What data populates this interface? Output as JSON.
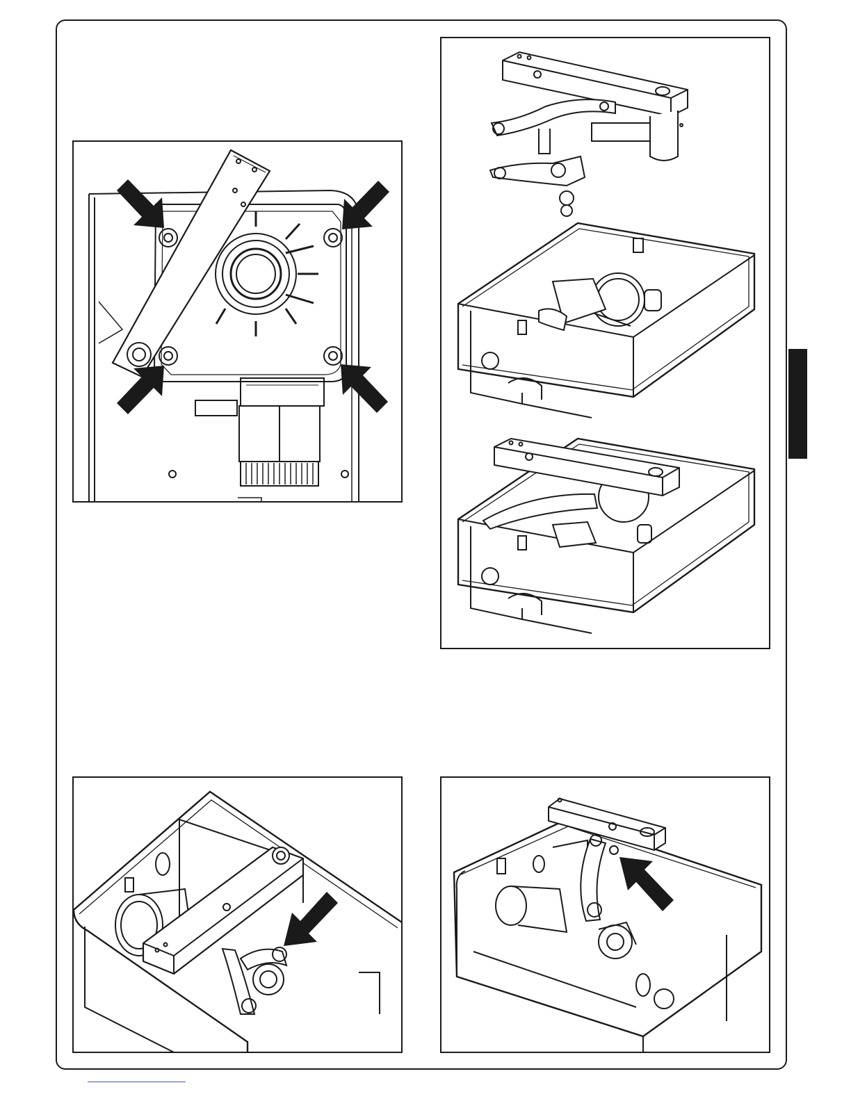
{
  "document": {
    "kind": "installation-manual-page",
    "text_on_page": [],
    "colors": {
      "ink": "#1a1a1a",
      "paper": "#ffffff",
      "footer_rule": "#3a57c8"
    },
    "figures": [
      {
        "id": "top-left",
        "depicts": "gearmotor-housing-top-view",
        "arrow_count": 4
      },
      {
        "id": "top-right",
        "depicts": "lever-assembly-exploded-and-assembled",
        "arrow_count": 0
      },
      {
        "id": "bottom-left",
        "depicts": "box-with-lever-screw",
        "arrow_count": 1
      },
      {
        "id": "bottom-right",
        "depicts": "box-with-arm-bolt",
        "arrow_count": 1
      }
    ]
  }
}
